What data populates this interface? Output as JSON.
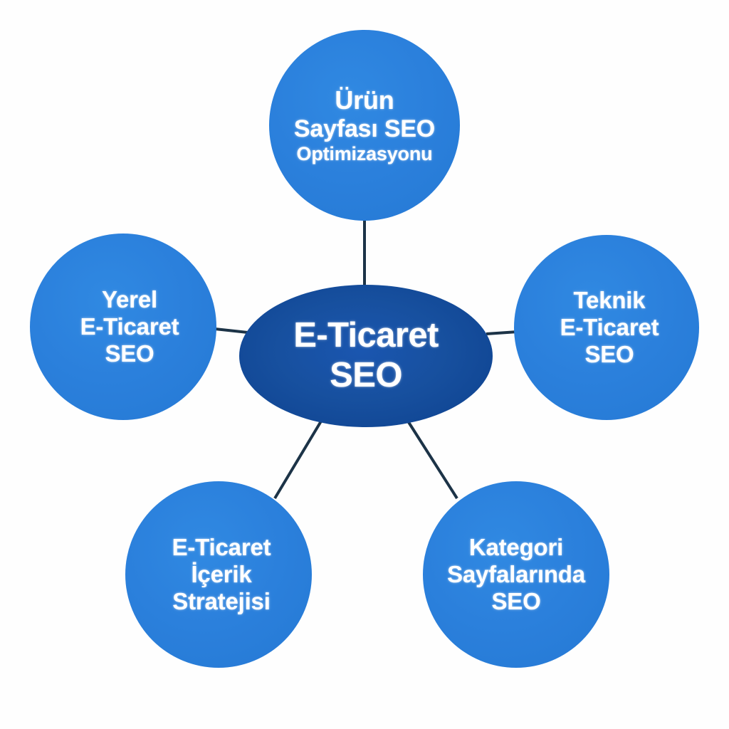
{
  "diagram": {
    "type": "hub-and-spoke",
    "background_color": "#fefefe",
    "connector_color": "#1c3347",
    "hub": {
      "id": "hub",
      "name": "E-Ticaret SEO",
      "lines": [
        "E-Ticaret",
        "SEO"
      ],
      "color": "#15509f",
      "shape": "ellipse"
    },
    "nodes": [
      {
        "id": "sat-top",
        "position": "top",
        "lines": [
          "Ürün",
          "Sayfası SEO",
          "Optimizasyonu"
        ],
        "color": "#2b80dc",
        "shape": "circle"
      },
      {
        "id": "sat-left",
        "position": "left",
        "lines": [
          "Yerel",
          "E-Ticaret",
          "SEO"
        ],
        "color": "#2b80dc",
        "shape": "circle"
      },
      {
        "id": "sat-right",
        "position": "right",
        "lines": [
          "Teknik",
          "E-Ticaret",
          "SEO"
        ],
        "color": "#2b80dc",
        "shape": "circle"
      },
      {
        "id": "sat-botleft",
        "position": "bottom-left",
        "lines": [
          "E-Ticaret",
          "İçerik",
          "Stratejisi"
        ],
        "color": "#2b80dc",
        "shape": "circle"
      },
      {
        "id": "sat-botright",
        "position": "bottom-right",
        "lines": [
          "Kategori",
          "Sayfalarında",
          "SEO"
        ],
        "color": "#2b80dc",
        "shape": "circle"
      }
    ]
  }
}
